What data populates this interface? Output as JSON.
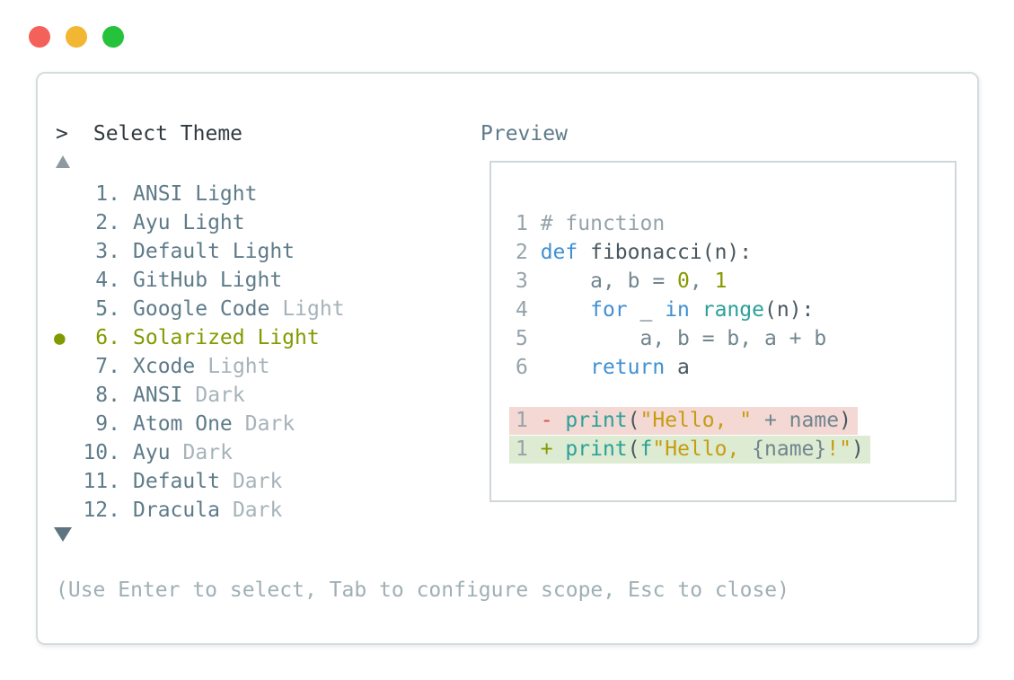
{
  "window": {
    "controls": [
      {
        "name": "close",
        "color": "#f4605a"
      },
      {
        "name": "minimize",
        "color": "#f2b632"
      },
      {
        "name": "zoom",
        "color": "#27c23c"
      }
    ]
  },
  "prompt": {
    "caret": ">",
    "title": "Select Theme"
  },
  "scroll": {
    "up": "▲",
    "down": "▼"
  },
  "theme_list": {
    "selected_marker": "●",
    "items": [
      {
        "num": "1.",
        "main": "ANSI Light",
        "dim": "",
        "selected": false
      },
      {
        "num": "2.",
        "main": "Ayu Light",
        "dim": "",
        "selected": false
      },
      {
        "num": "3.",
        "main": "Default Light",
        "dim": "",
        "selected": false
      },
      {
        "num": "4.",
        "main": "GitHub Light",
        "dim": "",
        "selected": false
      },
      {
        "num": "5.",
        "main": "Google Code",
        "dim": "Light",
        "selected": false
      },
      {
        "num": "6.",
        "main": "Solarized Light",
        "dim": "",
        "selected": true
      },
      {
        "num": "7.",
        "main": "Xcode",
        "dim": "Light",
        "selected": false
      },
      {
        "num": "8.",
        "main": "ANSI",
        "dim": "Dark",
        "selected": false
      },
      {
        "num": "9.",
        "main": "Atom One",
        "dim": "Dark",
        "selected": false
      },
      {
        "num": "10.",
        "main": "Ayu",
        "dim": "Dark",
        "selected": false
      },
      {
        "num": "11.",
        "main": "Default",
        "dim": "Dark",
        "selected": false
      },
      {
        "num": "12.",
        "main": "Dracula",
        "dim": "Dark",
        "selected": false
      }
    ]
  },
  "preview": {
    "label": "Preview",
    "code_lines": [
      {
        "num": "1",
        "tokens": [
          {
            "t": "# function",
            "c": "com"
          }
        ]
      },
      {
        "num": "2",
        "tokens": [
          {
            "t": "def",
            "c": "kw"
          },
          {
            "t": " fibonacci(n):",
            "c": "dark"
          }
        ]
      },
      {
        "num": "3",
        "tokens": [
          {
            "t": "    a, b = ",
            "c": "plain"
          },
          {
            "t": "0",
            "c": "num"
          },
          {
            "t": ", ",
            "c": "plain"
          },
          {
            "t": "1",
            "c": "num"
          }
        ]
      },
      {
        "num": "4",
        "tokens": [
          {
            "t": "    ",
            "c": "plain"
          },
          {
            "t": "for",
            "c": "kw"
          },
          {
            "t": " _ ",
            "c": "dark"
          },
          {
            "t": "in",
            "c": "kw"
          },
          {
            "t": " ",
            "c": "plain"
          },
          {
            "t": "range",
            "c": "fn"
          },
          {
            "t": "(n):",
            "c": "dark"
          }
        ]
      },
      {
        "num": "5",
        "tokens": [
          {
            "t": "        a, b = b, a + b",
            "c": "plain"
          }
        ]
      },
      {
        "num": "6",
        "tokens": [
          {
            "t": "    ",
            "c": "plain"
          },
          {
            "t": "return",
            "c": "kw"
          },
          {
            "t": " a",
            "c": "dark"
          }
        ]
      }
    ],
    "diff_lines": [
      {
        "num": "1",
        "kind": "removed",
        "tokens": [
          {
            "t": "- ",
            "c": "del"
          },
          {
            "t": "print",
            "c": "fn"
          },
          {
            "t": "(",
            "c": "dark"
          },
          {
            "t": "\"Hello, \"",
            "c": "str"
          },
          {
            "t": " + name",
            "c": "plain"
          },
          {
            "t": ")",
            "c": "dark"
          }
        ]
      },
      {
        "num": "1",
        "kind": "added",
        "tokens": [
          {
            "t": "+ ",
            "c": "add"
          },
          {
            "t": "print",
            "c": "fn"
          },
          {
            "t": "(",
            "c": "dark"
          },
          {
            "t": "f",
            "c": "fn"
          },
          {
            "t": "\"Hello, ",
            "c": "str"
          },
          {
            "t": "{name}",
            "c": "plain"
          },
          {
            "t": "!\"",
            "c": "str"
          },
          {
            "t": ")",
            "c": "dark"
          }
        ]
      }
    ]
  },
  "footer": {
    "hint": "(Use Enter to select, Tab to configure scope, Esc to close)"
  },
  "colors": {
    "selected_olive": "#829a00",
    "list_slate": "#5e7b89",
    "dim_gray": "#a6b3b9",
    "keyword_blue": "#4090d2",
    "builtin_teal": "#2aa198",
    "number_olive": "#859900",
    "string_gold": "#c79c11",
    "comment_gray": "#95a3aa",
    "diff_removed_bg": "#f3d8d4",
    "diff_added_bg": "#dcebd1",
    "diff_minus_red": "#dd4a43",
    "panel_border": "#d5dcdf"
  }
}
